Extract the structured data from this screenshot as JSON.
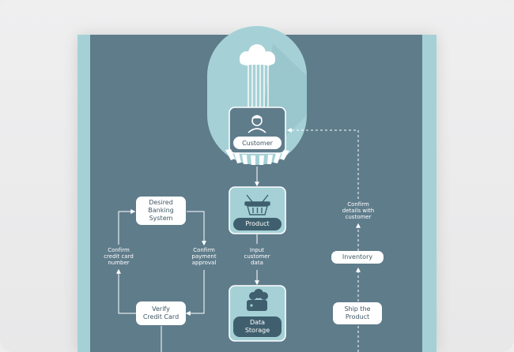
{
  "nodes": {
    "customer": "Customer",
    "product": "Product",
    "data_storage": "Data\nStorage",
    "desired_banking": "Desired\nBanking\nSystem",
    "verify_card": "Verify\nCredit Card",
    "inventory": "Inventory",
    "ship_product": "Ship the\nProduct"
  },
  "edges": {
    "confirm_credit": "Confirm\ncredit card\nnumber",
    "confirm_payment": "Confirm\npayment\napproval",
    "input_data": "Input\ncustomer\ndata",
    "confirm_details": "Confirm\ndetails with\ncustomer"
  },
  "colors": {
    "panel": "#5f7c8b",
    "accent": "#a5d1d6",
    "node_fill": "#a5d1d6",
    "tab_fill": "#3f5f6e"
  },
  "icons": [
    "cloud-icon",
    "user-icon",
    "basket-icon",
    "database-icon"
  ]
}
